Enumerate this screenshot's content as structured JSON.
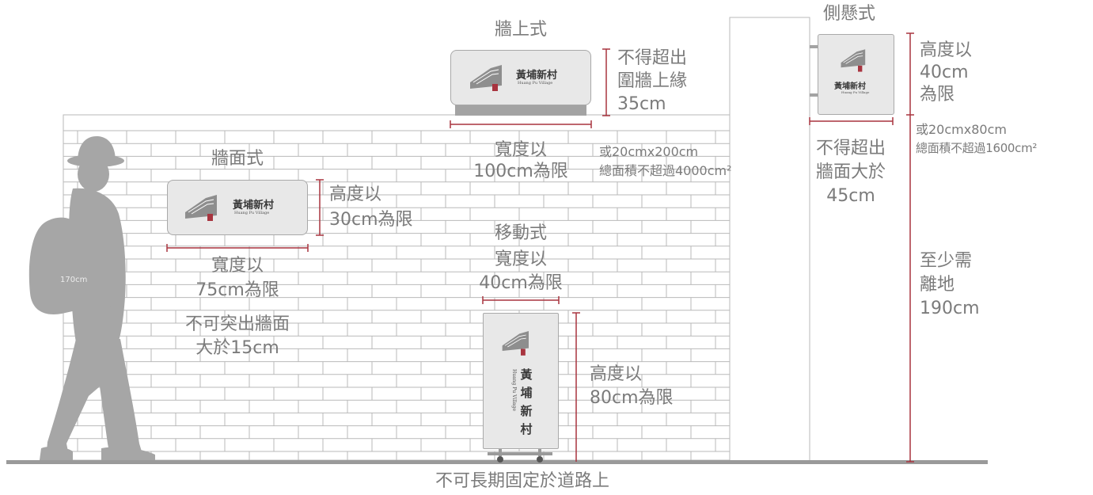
{
  "colors": {
    "wall_line": "#b9b9b9",
    "ground": "#9a9a9a",
    "dimension": "#a8343f",
    "sign_fill": "#e8e8e8",
    "silhouette": "#a6a6a6",
    "text": "#7b7b7b",
    "logo_red": "#a8343f"
  },
  "person": {
    "height_label": "170cm"
  },
  "logo": {
    "name_zh": "黃埔新村",
    "name_en": "Huang Pu Village"
  },
  "wall_sign": {
    "title": "牆面式",
    "height_limit": [
      "高度以",
      "30cm為限"
    ],
    "width_limit": [
      "寬度以",
      "75cm為限"
    ],
    "protrusion": [
      "不可突出牆面",
      "大於15cm"
    ]
  },
  "wall_top_sign": {
    "title": "牆上式",
    "height_limit": [
      "不得超出",
      "圍牆上緣",
      "35cm"
    ],
    "width_limit": [
      "寬度以",
      "100cm為限"
    ],
    "area_note": [
      "或20cmx200cm",
      "總面積不超過4000cm²"
    ]
  },
  "hanging_sign": {
    "title": "側懸式",
    "height_limit": [
      "高度以",
      "40cm",
      "為限"
    ],
    "width_limit": [
      "不得超出",
      "牆面大於",
      "45cm"
    ],
    "area_note": [
      "或20cmx80cm",
      "總面積不超過1600cm²"
    ],
    "clearance": [
      "至少需",
      "離地",
      "190cm"
    ]
  },
  "movable_sign": {
    "title": "移動式",
    "width_limit": [
      "寬度以",
      "40cm為限"
    ],
    "height_limit": [
      "高度以",
      "80cm為限"
    ]
  },
  "footer": {
    "note": "不可長期固定於道路上"
  }
}
